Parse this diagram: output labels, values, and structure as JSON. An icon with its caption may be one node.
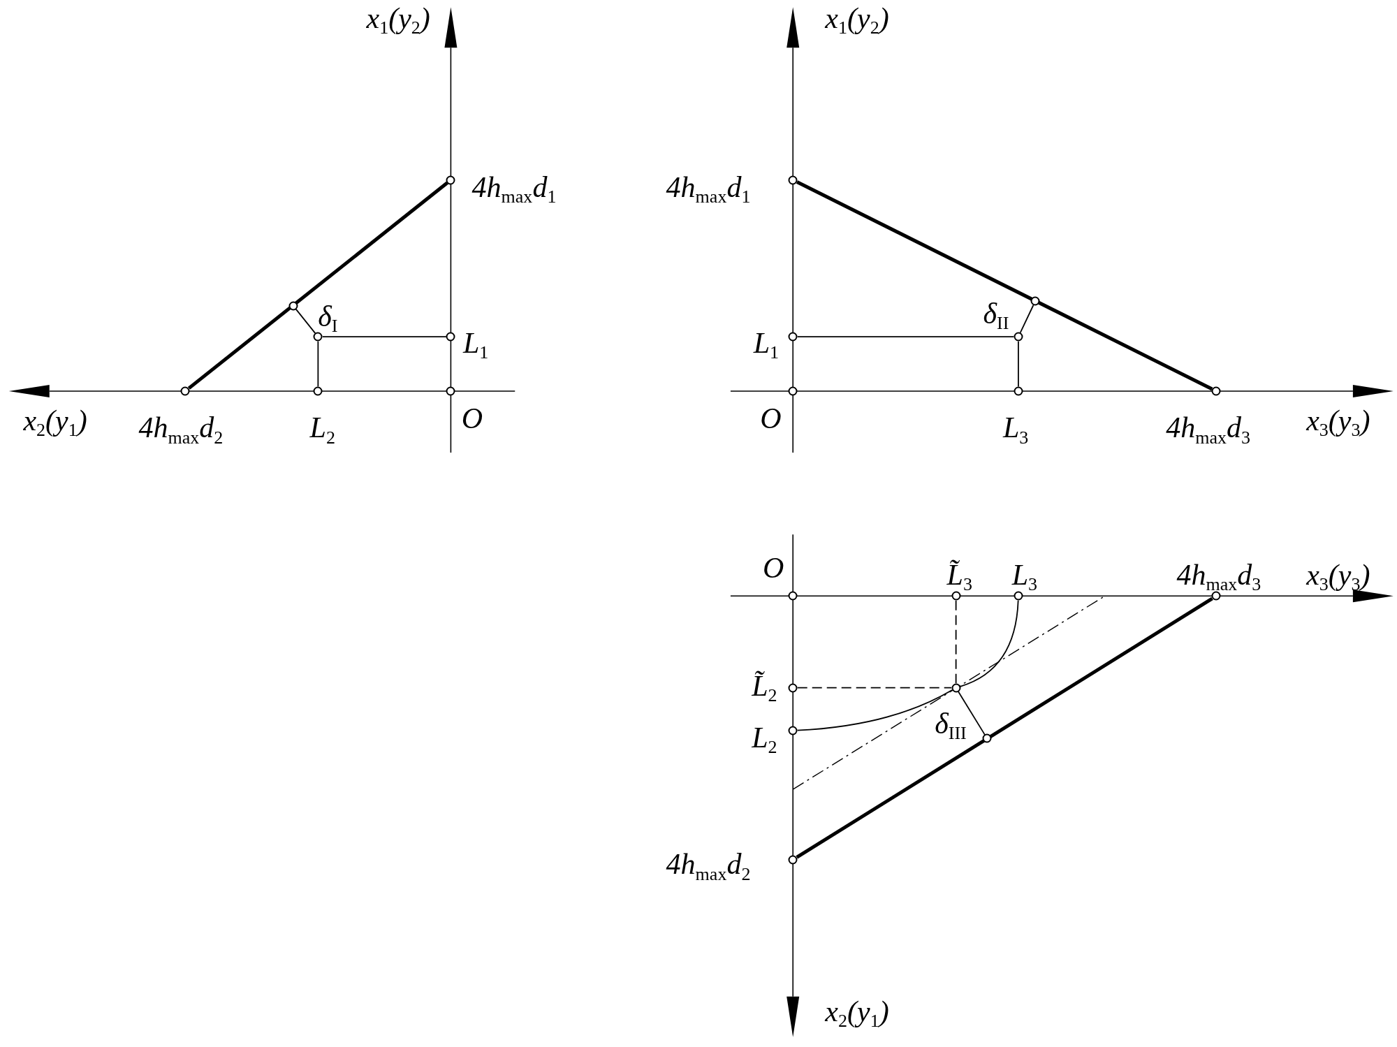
{
  "diagram": {
    "nodes": [
      {
        "text": [],
        "shape": "circle",
        "beside": [
          "O"
        ]
      },
      {
        "text": [],
        "shape": "circle",
        "beside": [
          "L$_{1}$"
        ]
      },
      {
        "text": [],
        "shape": "circle",
        "beside": [
          "4h$_{max}$d$_{1}$"
        ]
      },
      {
        "text": [],
        "shape": "circle"
      },
      {
        "text": [],
        "shape": "circle"
      },
      {
        "text": [],
        "shape": "circle",
        "beside": [
          "L$_{2}$"
        ]
      },
      {
        "text": [],
        "shape": "circle",
        "beside": [
          "4h$_{max}$d$_{2}$"
        ]
      },
      {
        "text": [],
        "shape": "circle",
        "beside": [
          "O"
        ]
      },
      {
        "text": [],
        "shape": "circle",
        "beside": [
          "L$_{1}$"
        ]
      },
      {
        "text": [],
        "shape": "circle",
        "beside": [
          "4h$_{max}$d$_{1}$"
        ]
      },
      {
        "text": [],
        "shape": "circle"
      },
      {
        "text": [],
        "shape": "circle"
      },
      {
        "text": [],
        "shape": "circle",
        "beside": [
          "L$_{3}$"
        ]
      },
      {
        "text": [],
        "shape": "circle",
        "beside": [
          "4h$_{max}$d$_{3}$"
        ]
      },
      {
        "text": [],
        "shape": "circle",
        "beside": [
          "O"
        ]
      },
      {
        "text": [],
        "shape": "circle",
        "beside": [
          "L̃$_{3}$"
        ]
      },
      {
        "text": [],
        "shape": "circle",
        "beside": [
          "L$_{3}$"
        ]
      },
      {
        "text": [],
        "shape": "circle",
        "beside": [
          "4h$_{max}$d$_{3}$"
        ]
      },
      {
        "text": [],
        "shape": "circle",
        "beside": [
          "L̃$_{2}$"
        ]
      },
      {
        "text": [],
        "shape": "circle"
      },
      {
        "text": [],
        "shape": "circle",
        "beside": [
          "L$_{2}$"
        ]
      },
      {
        "text": [],
        "shape": "circle"
      },
      {
        "text": [],
        "shape": "circle",
        "beside": [
          "4h$_{max}$d$_{2}$"
        ]
      }
    ],
    "edges": [
      {
        "from": 6,
        "to": 2,
        "arrow": "none",
        "style": "thick"
      },
      {
        "from": 3,
        "to": 4,
        "arrow": "none"
      },
      {
        "from": 4,
        "to": 1,
        "arrow": "none"
      },
      {
        "from": 4,
        "to": 5,
        "arrow": "none"
      },
      {
        "from": 9,
        "to": 13,
        "arrow": "none",
        "style": "thick"
      },
      {
        "from": 10,
        "to": 11,
        "arrow": "none"
      },
      {
        "from": 8,
        "to": 11,
        "arrow": "none"
      },
      {
        "from": 11,
        "to": 12,
        "arrow": "none"
      },
      {
        "from": 22,
        "to": 17,
        "arrow": "none",
        "style": "thick"
      },
      {
        "from": 18,
        "to": 19,
        "arrow": "none",
        "style": "dashed"
      },
      {
        "from": 15,
        "to": 19,
        "arrow": "none",
        "style": "dashed"
      },
      {
        "from": 16,
        "to": 19,
        "arrow": "none"
      },
      {
        "from": 20,
        "to": 19,
        "arrow": "none"
      },
      {
        "from": 19,
        "to": 21,
        "arrow": "none"
      }
    ],
    "labels": [
      "x$_{1}$(y$_{2}$)",
      "x$_{1}$(y$_{2}$)",
      "δ$_{I}$",
      "δ$_{II}$",
      "x$_{2}$(y$_{1}$)",
      "x$_{3}$(y$_{3}$)",
      "x$_{3}$(y$_{3}$)",
      "δ$_{III}$",
      "x$_{2}$(y$_{1}$)"
    ]
  }
}
